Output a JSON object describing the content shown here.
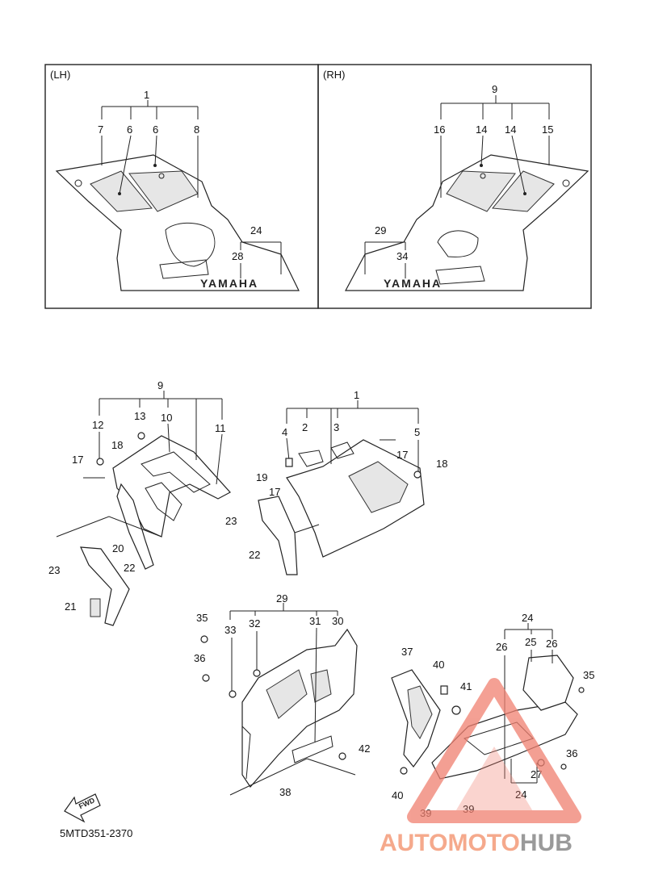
{
  "panels": {
    "lh_label": "(LH)",
    "rh_label": "(RH)"
  },
  "decal_text": "YAMAHA",
  "callouts_top": {
    "lh": [
      "1",
      "7",
      "6",
      "6",
      "8",
      "24",
      "28"
    ],
    "rh": [
      "9",
      "16",
      "14",
      "14",
      "15",
      "29",
      "34"
    ]
  },
  "callouts_exploded": {
    "left_cowl": [
      "9",
      "12",
      "13",
      "10",
      "11",
      "18",
      "17",
      "20",
      "23",
      "22",
      "21"
    ],
    "center_cowl": [
      "1",
      "4",
      "2",
      "3",
      "5",
      "17",
      "18",
      "19",
      "17",
      "23",
      "22"
    ],
    "under_left": [
      "29",
      "35",
      "33",
      "32",
      "31",
      "30",
      "36",
      "42",
      "38"
    ],
    "under_right": [
      "37",
      "40",
      "41",
      "24",
      "26",
      "25",
      "26",
      "35",
      "36",
      "27",
      "24",
      "40",
      "39",
      "39"
    ]
  },
  "fwd_label": "FWD",
  "drawing_code": "5MTD351-2370",
  "watermark": {
    "part_a": "AUTOMOTO",
    "part_b": "HUB",
    "color_a": "#f5a98c",
    "color_b": "#9a9a9a",
    "logo_color": "#f08070"
  }
}
